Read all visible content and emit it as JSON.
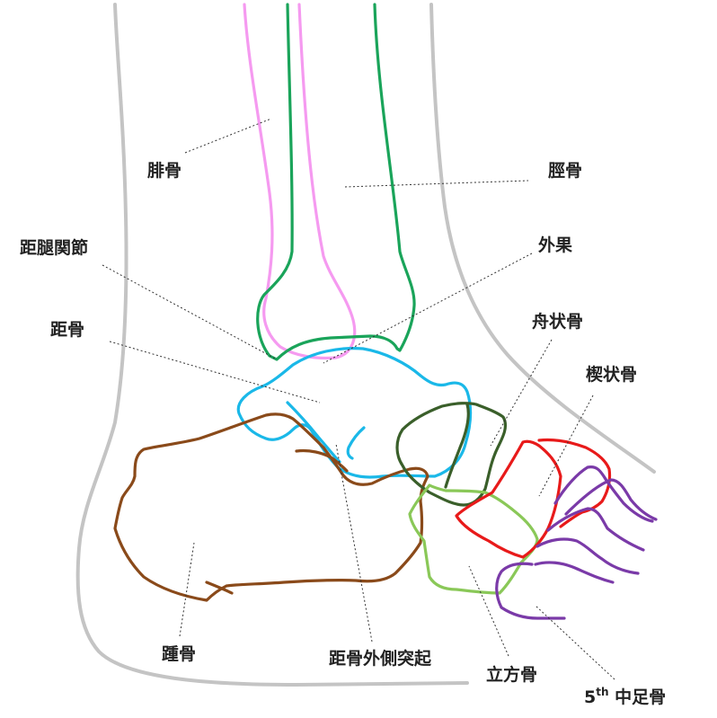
{
  "labels": {
    "fibula": "腓骨",
    "tibia": "脛骨",
    "ankle_joint": "距腿関節",
    "lateral_malleolus": "外果",
    "talus": "距骨",
    "navicular": "舟状骨",
    "cuneiform": "楔状骨",
    "calcaneus": "踵骨",
    "lateral_process_talus": "距骨外側突起",
    "cuboid": "立方骨",
    "fifth_metatarsal_prefix": "5",
    "fifth_metatarsal_sup": "th",
    "fifth_metatarsal_rest": " 中足骨"
  },
  "colors": {
    "skin": "#c4c4c4",
    "fibula": "#f59af0",
    "tibia": "#1aa45a",
    "talus": "#1ab8e8",
    "calcaneus": "#8a4a1a",
    "navicular": "#3a5f2a",
    "cuboid": "#8ac858",
    "cuneiform": "#e81a1a",
    "metatarsal": "#7a3aa8",
    "text": "#222222",
    "leader": "#333333"
  }
}
